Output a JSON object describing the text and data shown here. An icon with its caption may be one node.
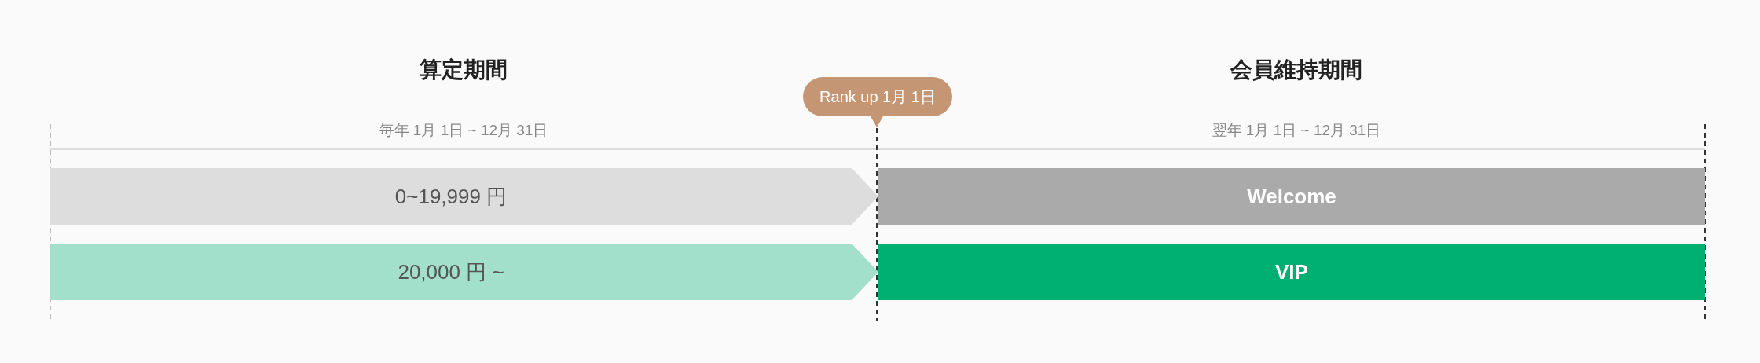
{
  "diagram": {
    "nodes": [
      {
        "text": [
          "0~19,999 円"
        ]
      },
      {
        "text": [
          "Welcome"
        ]
      },
      {
        "text": [
          "20,000 円 ~"
        ]
      },
      {
        "text": [
          "VIP"
        ]
      },
      {
        "text": [
          "Rank up 1月 1日"
        ]
      }
    ],
    "labels": [
      "算定期間",
      "会員維持期間",
      "毎年 1月 1日 ~ 12月 31日",
      "翌年 1月 1日 ~ 12月 31日"
    ]
  }
}
